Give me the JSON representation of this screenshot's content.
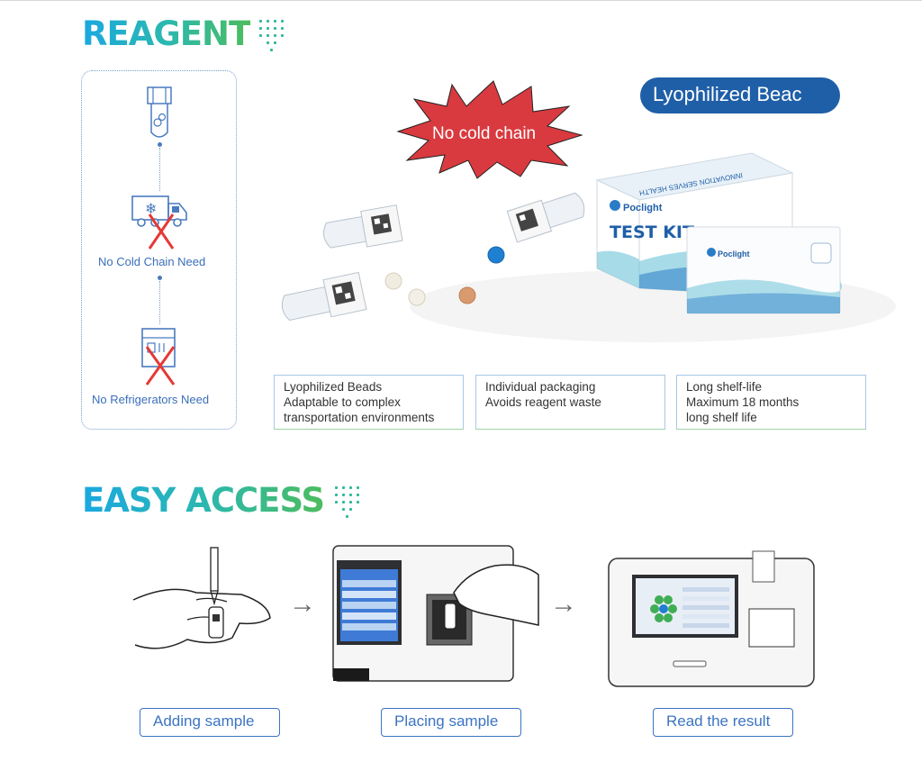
{
  "sections": {
    "reagent_title": "REAGENT",
    "easy_access_title": "EASY ACCESS"
  },
  "cold_chain_panel": {
    "no_cold_chain_label": "No Cold Chain Need",
    "no_refrigerators_label": "No Refrigerators Need"
  },
  "starburst_label": "No cold chain",
  "pill_label": "Lyophilized Beac",
  "kit_box": {
    "brand": "Poclight",
    "title": "TEST KIT",
    "side_text": "INNOVATION SERVES HEALTH",
    "pouch_brand": "Poclight"
  },
  "features": [
    {
      "line1": "Lyophilized Beads",
      "line2": "Adaptable to complex",
      "line3": "transportation environments"
    },
    {
      "line1": "Individual packaging",
      "line2": "Avoids reagent waste",
      "line3": ""
    },
    {
      "line1": "Long shelf-life",
      "line2": "Maximum 18 months",
      "line3": "long shelf life"
    }
  ],
  "steps": [
    {
      "label": "Adding sample"
    },
    {
      "label": "Placing sample"
    },
    {
      "label": "Read the result"
    }
  ],
  "icons": {
    "arrow": "→",
    "snowflake": "❄"
  },
  "colors": {
    "title_gradient_start": "#1aa8e0",
    "title_gradient_end": "#4cbc5e",
    "pill_bg": "#1f5fa8",
    "starburst": "#d93a3f",
    "cross": "#e53935",
    "panel_text": "#3a6fb8"
  }
}
